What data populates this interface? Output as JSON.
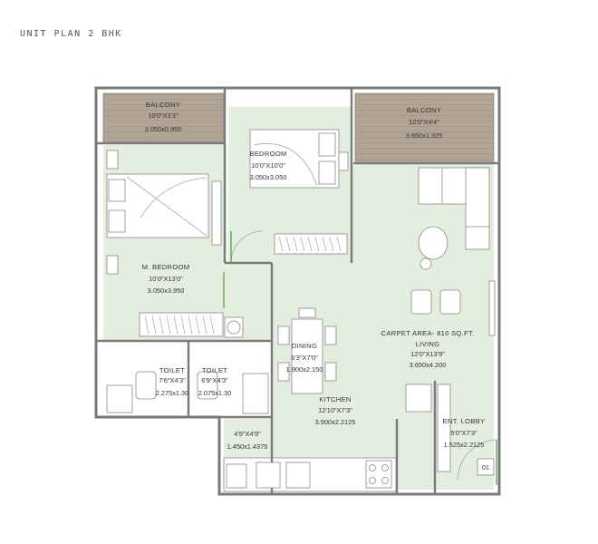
{
  "page": {
    "title": "UNIT PLAN 2 BHK"
  },
  "colors": {
    "floor": "#e4eedf",
    "balcony": "#b2a595",
    "wall": "#7a7a7a",
    "furniture": "#ffffff",
    "line": "#888888"
  },
  "rooms": {
    "balcony_left": {
      "name": "BALCONY",
      "dim_ft": "10'0\"X3'1\"",
      "dim_m": "3.050x0.950"
    },
    "bedroom": {
      "name": "BEDROOM",
      "dim_ft": "10'0\"X10'0\"",
      "dim_m": "3.050x3.050"
    },
    "balcony_right": {
      "name": "BALCONY",
      "dim_ft": "12'0\"X4'4\"",
      "dim_m": "3.650x1.325"
    },
    "master_bedroom": {
      "name": "M. BEDROOM",
      "dim_ft": "10'0\"X13'0\"",
      "dim_m": "3.050x3.950"
    },
    "living": {
      "carpet_area": "CARPET AREA- 810 SQ.FT.",
      "name": "LIVING",
      "dim_ft": "12'0\"X13'9\"",
      "dim_m": "3.650x4.200"
    },
    "dining": {
      "name": "DINING",
      "dim_ft": "6'3\"X7'0\"",
      "dim_m": "1.900x2.150"
    },
    "toilet_left": {
      "name": "TOILET",
      "dim_ft": "7'6\"X4'3\"",
      "dim_m": "2.275x1.30"
    },
    "toilet_right": {
      "name": "TOILET",
      "dim_ft": "6'9\"X4'3\"",
      "dim_m": "2.075x1.30"
    },
    "kitchen": {
      "name": "KITCHEN",
      "dim_ft": "12'10\"X7'3\"",
      "dim_m": "3.900x2.2125"
    },
    "utility": {
      "dim_ft": "4'9\"X4'9\"",
      "dim_m": "1.450x1.4375"
    },
    "entrance_lobby": {
      "name": "ENT. LOBBY",
      "dim_ft": "5'0\"X7'3\"",
      "dim_m": "1.525x2.2125"
    }
  },
  "door_tag": "01"
}
